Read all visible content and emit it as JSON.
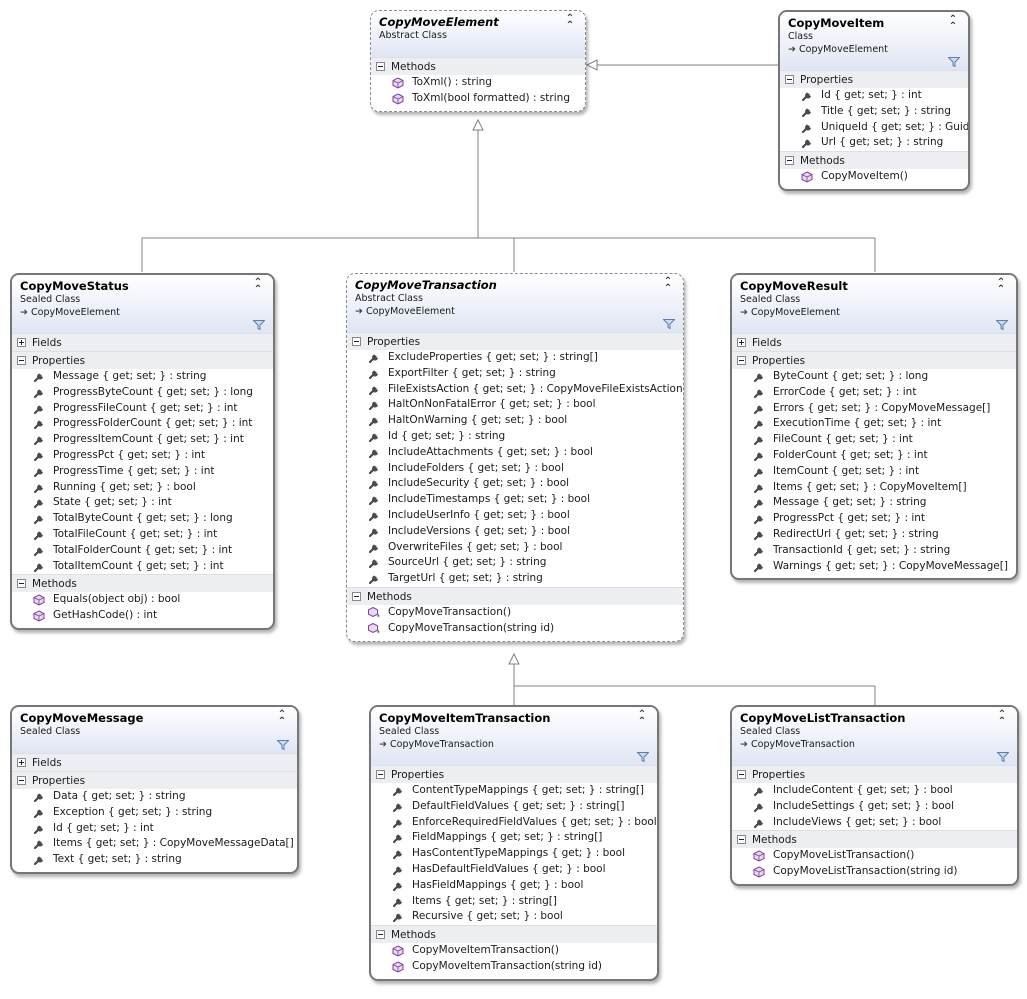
{
  "classes": {
    "copy_move_element": {
      "name": "CopyMoveElement",
      "stereotype": "Abstract Class",
      "sections": [
        {
          "title": "Methods",
          "members": [
            {
              "text": "ToXml() : string",
              "icon": "method-icon"
            },
            {
              "text": "ToXml(bool formatted) : string",
              "icon": "method-icon"
            }
          ]
        }
      ]
    },
    "copy_move_item": {
      "name": "CopyMoveItem",
      "stereotype": "Class",
      "inherits": "CopyMoveElement",
      "sections": [
        {
          "title": "Properties",
          "members": [
            {
              "text": "Id { get; set; } : int",
              "icon": "property-icon"
            },
            {
              "text": "Title { get; set; } : string",
              "icon": "property-icon"
            },
            {
              "text": "UniqueId { get; set; } : Guid",
              "icon": "property-icon"
            },
            {
              "text": "Url { get; set; } : string",
              "icon": "property-icon"
            }
          ]
        },
        {
          "title": "Methods",
          "members": [
            {
              "text": "CopyMoveItem()",
              "icon": "method-icon"
            }
          ]
        }
      ]
    },
    "copy_move_status": {
      "name": "CopyMoveStatus",
      "stereotype": "Sealed Class",
      "inherits": "CopyMoveElement",
      "sections": [
        {
          "title": "Fields",
          "collapsed": true,
          "members": []
        },
        {
          "title": "Properties",
          "members": [
            {
              "text": "Message { get; set; } : string",
              "icon": "property-icon"
            },
            {
              "text": "ProgressByteCount { get; set; } : long",
              "icon": "property-icon"
            },
            {
              "text": "ProgressFileCount { get; set; } : int",
              "icon": "property-icon"
            },
            {
              "text": "ProgressFolderCount { get; set; } : int",
              "icon": "property-icon"
            },
            {
              "text": "ProgressItemCount { get; set; } : int",
              "icon": "property-icon"
            },
            {
              "text": "ProgressPct { get; set; } : int",
              "icon": "property-icon"
            },
            {
              "text": "ProgressTime { get; set; } : int",
              "icon": "property-icon"
            },
            {
              "text": "Running { get; set; } : bool",
              "icon": "property-icon"
            },
            {
              "text": "State { get; set; } : int",
              "icon": "property-icon"
            },
            {
              "text": "TotalByteCount { get; set; } : long",
              "icon": "property-icon"
            },
            {
              "text": "TotalFileCount { get; set; } : int",
              "icon": "property-icon"
            },
            {
              "text": "TotalFolderCount { get; set; } : int",
              "icon": "property-icon"
            },
            {
              "text": "TotalItemCount { get; set; } : int",
              "icon": "property-icon"
            }
          ]
        },
        {
          "title": "Methods",
          "members": [
            {
              "text": "Equals(object obj) : bool",
              "icon": "method-icon"
            },
            {
              "text": "GetHashCode() : int",
              "icon": "method-icon"
            }
          ]
        }
      ]
    },
    "copy_move_transaction": {
      "name": "CopyMoveTransaction",
      "stereotype": "Abstract Class",
      "inherits": "CopyMoveElement",
      "sections": [
        {
          "title": "Properties",
          "members": [
            {
              "text": "ExcludeProperties { get; set; } : string[]",
              "icon": "property-icon"
            },
            {
              "text": "ExportFilter { get; set; } : string",
              "icon": "property-icon"
            },
            {
              "text": "FileExistsAction { get; set; } : CopyMoveFileExistsAction",
              "icon": "property-icon"
            },
            {
              "text": "HaltOnNonFatalError { get; set; } : bool",
              "icon": "property-icon"
            },
            {
              "text": "HaltOnWarning { get; set; } : bool",
              "icon": "property-icon"
            },
            {
              "text": "Id { get; set; } : string",
              "icon": "property-icon"
            },
            {
              "text": "IncludeAttachments { get; set; } : bool",
              "icon": "property-icon"
            },
            {
              "text": "IncludeFolders { get; set; } : bool",
              "icon": "property-icon"
            },
            {
              "text": "IncludeSecurity { get; set; } : bool",
              "icon": "property-icon"
            },
            {
              "text": "IncludeTimestamps { get; set; } : bool",
              "icon": "property-icon"
            },
            {
              "text": "IncludeUserInfo { get; set; } : bool",
              "icon": "property-icon"
            },
            {
              "text": "IncludeVersions { get; set; } : bool",
              "icon": "property-icon"
            },
            {
              "text": "OverwriteFiles { get; set; } : bool",
              "icon": "property-icon"
            },
            {
              "text": "SourceUrl { get; set; } : string",
              "icon": "property-icon"
            },
            {
              "text": "TargetUrl { get; set; } : string",
              "icon": "property-icon"
            }
          ]
        },
        {
          "title": "Methods",
          "members": [
            {
              "text": "CopyMoveTransaction()",
              "icon": "protected-method-icon"
            },
            {
              "text": "CopyMoveTransaction(string id)",
              "icon": "protected-method-icon"
            }
          ]
        }
      ]
    },
    "copy_move_result": {
      "name": "CopyMoveResult",
      "stereotype": "Sealed Class",
      "inherits": "CopyMoveElement",
      "sections": [
        {
          "title": "Fields",
          "collapsed": true,
          "members": []
        },
        {
          "title": "Properties",
          "members": [
            {
              "text": "ByteCount { get; set; } : long",
              "icon": "property-icon"
            },
            {
              "text": "ErrorCode { get; set; } : int",
              "icon": "property-icon"
            },
            {
              "text": "Errors { get; set; } : CopyMoveMessage[]",
              "icon": "property-icon"
            },
            {
              "text": "ExecutionTime { get; set; } : int",
              "icon": "property-icon"
            },
            {
              "text": "FileCount { get; set; } : int",
              "icon": "property-icon"
            },
            {
              "text": "FolderCount { get; set; } : int",
              "icon": "property-icon"
            },
            {
              "text": "ItemCount { get; set; } : int",
              "icon": "property-icon"
            },
            {
              "text": "Items { get; set; } : CopyMoveItem[]",
              "icon": "property-icon"
            },
            {
              "text": "Message { get; set; } : string",
              "icon": "property-icon"
            },
            {
              "text": "ProgressPct { get; set; } : int",
              "icon": "property-icon"
            },
            {
              "text": "RedirectUrl { get; set; } : string",
              "icon": "property-icon"
            },
            {
              "text": "TransactionId { get; set; } : string",
              "icon": "property-icon"
            },
            {
              "text": "Warnings { get; set; } : CopyMoveMessage[]",
              "icon": "property-icon"
            }
          ]
        }
      ]
    },
    "copy_move_message": {
      "name": "CopyMoveMessage",
      "stereotype": "Sealed Class",
      "sections": [
        {
          "title": "Fields",
          "collapsed": true,
          "members": []
        },
        {
          "title": "Properties",
          "members": [
            {
              "text": "Data { get; set; } : string",
              "icon": "property-icon"
            },
            {
              "text": "Exception { get; set; } : string",
              "icon": "property-icon"
            },
            {
              "text": "Id { get; set; } : int",
              "icon": "property-icon"
            },
            {
              "text": "Items { get; set; } : CopyMoveMessageData[]",
              "icon": "property-icon"
            },
            {
              "text": "Text { get; set; } : string",
              "icon": "property-icon"
            }
          ]
        }
      ]
    },
    "copy_move_item_transaction": {
      "name": "CopyMoveItemTransaction",
      "stereotype": "Sealed Class",
      "inherits": "CopyMoveTransaction",
      "sections": [
        {
          "title": "Properties",
          "members": [
            {
              "text": "ContentTypeMappings { get; set; } : string[]",
              "icon": "property-icon"
            },
            {
              "text": "DefaultFieldValues { get; set; } : string[]",
              "icon": "property-icon"
            },
            {
              "text": "EnforceRequiredFieldValues { get; set; } : bool",
              "icon": "property-icon"
            },
            {
              "text": "FieldMappings { get; set; } : string[]",
              "icon": "property-icon"
            },
            {
              "text": "HasContentTypeMappings { get; } : bool",
              "icon": "property-icon"
            },
            {
              "text": "HasDefaultFieldValues { get; } : bool",
              "icon": "property-icon"
            },
            {
              "text": "HasFieldMappings { get; } : bool",
              "icon": "property-icon"
            },
            {
              "text": "Items { get; set; } : string[]",
              "icon": "property-icon"
            },
            {
              "text": "Recursive { get; set; } : bool",
              "icon": "property-icon"
            }
          ]
        },
        {
          "title": "Methods",
          "members": [
            {
              "text": "CopyMoveItemTransaction()",
              "icon": "method-icon"
            },
            {
              "text": "CopyMoveItemTransaction(string id)",
              "icon": "method-icon"
            }
          ]
        }
      ]
    },
    "copy_move_list_transaction": {
      "name": "CopyMoveListTransaction",
      "stereotype": "Sealed Class",
      "inherits": "CopyMoveTransaction",
      "sections": [
        {
          "title": "Properties",
          "members": [
            {
              "text": "IncludeContent { get; set; } : bool",
              "icon": "property-icon"
            },
            {
              "text": "IncludeSettings { get; set; } : bool",
              "icon": "property-icon"
            },
            {
              "text": "IncludeViews { get; set; } : bool",
              "icon": "property-icon"
            }
          ]
        },
        {
          "title": "Methods",
          "members": [
            {
              "text": "CopyMoveListTransaction()",
              "icon": "method-icon"
            },
            {
              "text": "CopyMoveListTransaction(string id)",
              "icon": "method-icon"
            }
          ]
        }
      ]
    }
  },
  "colors": {
    "border": "#767676",
    "header_gradient_end": "#dfe5f3",
    "section_bg": "#eceef2",
    "method_icon": "#7b3f9e",
    "property_icon": "#4a4a4a",
    "connector": "#808080"
  }
}
